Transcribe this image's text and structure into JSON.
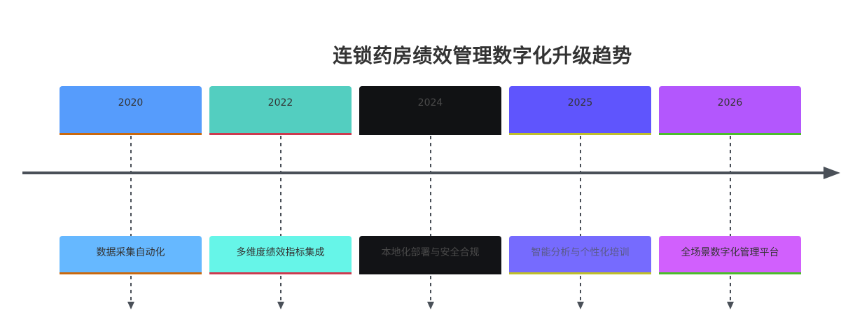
{
  "title": "连锁药房绩效管理数字化升级趋势",
  "timeline": [
    {
      "period": "2020",
      "event": "数据采集自动化",
      "period_color": "#569cfc",
      "event_color": "#66b8ff",
      "accent_color": "#c9690e"
    },
    {
      "period": "2022",
      "event": "多维度绩效指标集成",
      "period_color": "#53cec0",
      "event_color": "#66f5e8",
      "accent_color": "#cc3a4f"
    },
    {
      "period": "2024",
      "event": "本地化部署与安全合规",
      "period_color": "#111214",
      "event_color": "#121316",
      "accent_color": "#111214"
    },
    {
      "period": "2025",
      "event": "智能分析与个性化培训",
      "period_color": "#5f55fd",
      "event_color": "#766bfe",
      "accent_color": "#bfbf2a"
    },
    {
      "period": "2026",
      "event": "全场景数字化管理平台",
      "period_color": "#b357fd",
      "event_color": "#d160fd",
      "accent_color": "#4bbd2a"
    }
  ]
}
